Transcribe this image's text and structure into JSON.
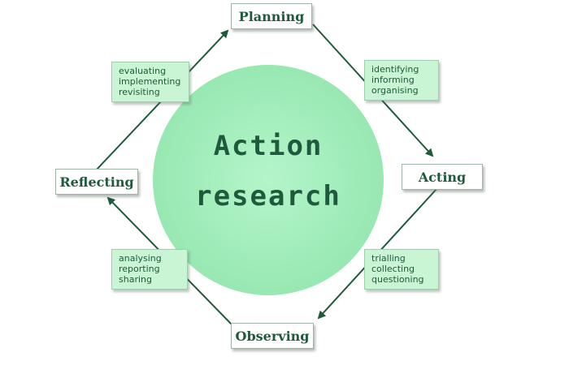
{
  "center": {
    "line1": "Action",
    "line2": "research"
  },
  "stages": {
    "planning": "Planning",
    "acting": "Acting",
    "observing": "Observing",
    "reflecting": "Reflecting"
  },
  "activities": {
    "planning": [
      "identifying",
      "informing",
      "organising"
    ],
    "acting": [
      "trialling",
      "collecting",
      "questioning"
    ],
    "observing": [
      "analysing",
      "reporting",
      "sharing"
    ],
    "reflecting": [
      "evaluating",
      "implementing",
      "revisiting"
    ]
  },
  "colors": {
    "circle": "#a8f0c0",
    "arrow": "#1f5a3c",
    "text": "#1f5a3c",
    "activity_fill": "#c9f5d4"
  }
}
